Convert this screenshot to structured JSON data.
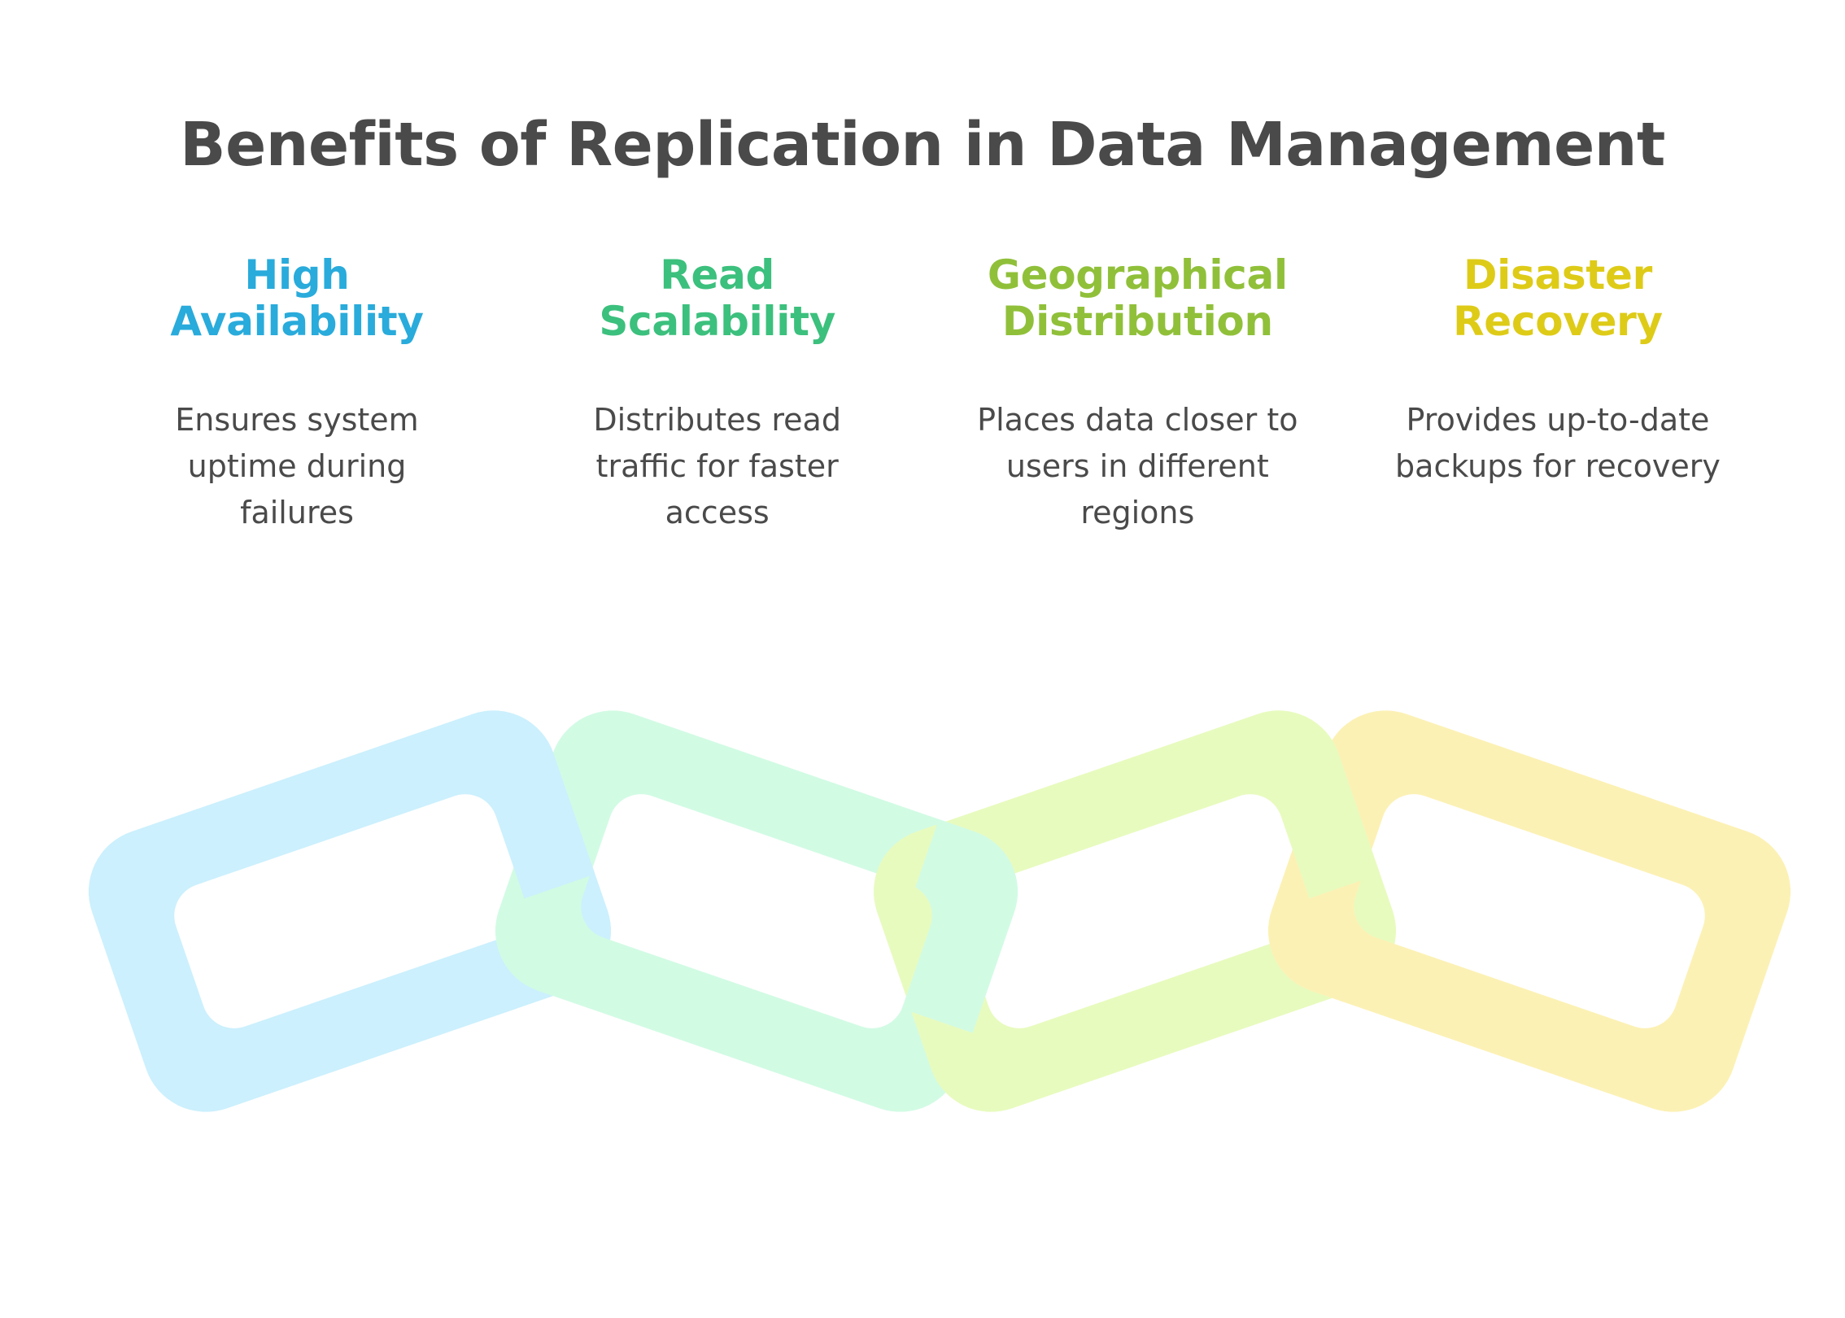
{
  "page": {
    "title": "Benefits of Replication in Data Management",
    "background_color": "#ffffff",
    "text_color": "#4a4a4a"
  },
  "columns": [
    {
      "heading": "High Availability",
      "description": "Ensures system uptime during failures",
      "accent_color": "#29ABDB",
      "link_color": "#CCF0FD"
    },
    {
      "heading": "Read Scalability",
      "description": "Distributes read traffic for faster access",
      "accent_color": "#3CC07D",
      "link_color": "#D2FBE4"
    },
    {
      "heading": "Geographical Distribution",
      "description": "Places data closer to users in different regions",
      "accent_color": "#90C03A",
      "link_color": "#E8FBBF"
    },
    {
      "heading": "Disaster Recovery",
      "description": "Provides up-to-date backups for recovery",
      "accent_color": "#DECB18",
      "link_color": "#FCF1B5"
    }
  ],
  "graphic": {
    "name": "interlocking-chain-links",
    "link_count": 4,
    "links": [
      {
        "label": "chain-link-1",
        "color": "#CCF0FD",
        "rotation_deg": -20
      },
      {
        "label": "chain-link-2",
        "color": "#D2FBE4",
        "rotation_deg": 20
      },
      {
        "label": "chain-link-3",
        "color": "#E8FBBF",
        "rotation_deg": -20
      },
      {
        "label": "chain-link-4",
        "color": "#FCF1B5",
        "rotation_deg": 20
      }
    ]
  }
}
